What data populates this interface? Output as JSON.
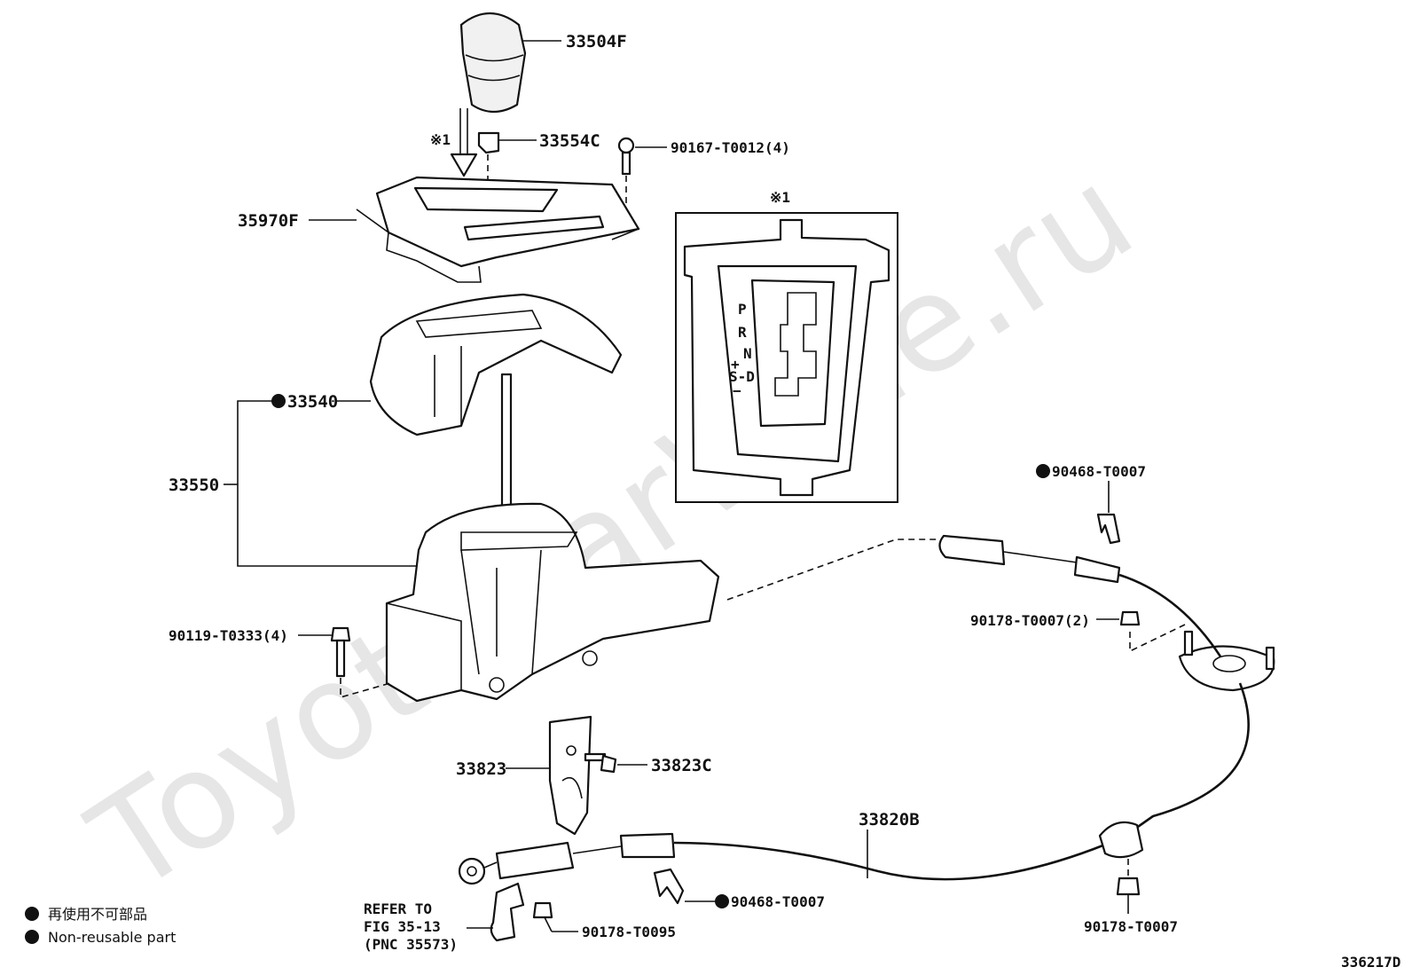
{
  "watermark": "ToyotaCarWine.ru",
  "inset": {
    "mark": "※1",
    "gate_letters": [
      "P",
      "R",
      "N",
      "+",
      "S-D",
      "−"
    ]
  },
  "arrow_mark": "※1",
  "labels": {
    "knob": "33504F",
    "clip": "33554C",
    "screw_top": "90167-T0012(4)",
    "bezel": "35970F",
    "cover": "33540",
    "assembly": "33550",
    "bolt_left": "90119-T0333(4)",
    "bracket": "33823",
    "bracket_bolt": "33823C",
    "cable": "33820B",
    "clip_right": "90468-T0007",
    "nut_right": "90178-T0007(2)",
    "clip_bottom": "90468-T0007",
    "nut_bottom_right": "90178-T0007",
    "nut_bottom": "90178-T0095",
    "refer_1": "REFER TO",
    "refer_2": "FIG 35-13",
    "refer_3": "(PNC 35573)"
  },
  "legend": {
    "line1": "再使用不可部品",
    "line2": "Non-reusable part"
  },
  "figure_id": "336217D"
}
